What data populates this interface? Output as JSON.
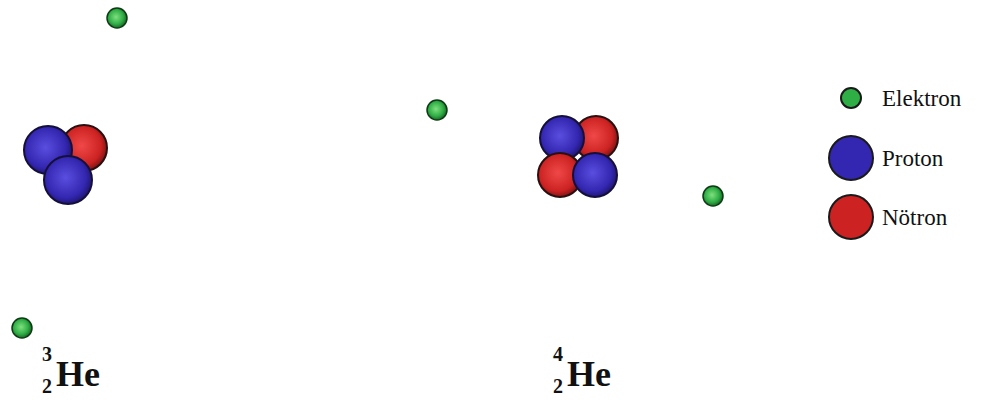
{
  "diagram": {
    "labels": [
      "3",
      "2",
      "He",
      "4",
      "2",
      "He"
    ],
    "legend": [
      {
        "text": "Elektron",
        "color": "#2fae45"
      },
      {
        "text": "Proton",
        "color": "#3326b0"
      },
      {
        "text": "Nötron",
        "color": "#cc2222"
      }
    ]
  }
}
